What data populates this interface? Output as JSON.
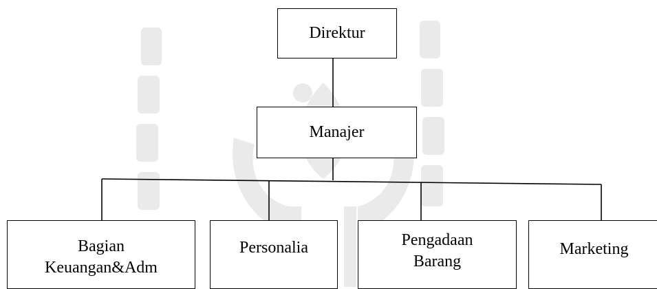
{
  "org_chart": {
    "top": {
      "label": "Direktur"
    },
    "middle": {
      "label": "Manajer"
    },
    "departments": [
      {
        "label": "Bagian\nKeuangan&Adm"
      },
      {
        "label": "Personalia"
      },
      {
        "label": "Pengadaan\nBarang"
      },
      {
        "label": "Marketing"
      }
    ]
  },
  "colors": {
    "line": "#000000",
    "box_fill": "#ffffff",
    "watermark": "#e6e6e6"
  }
}
